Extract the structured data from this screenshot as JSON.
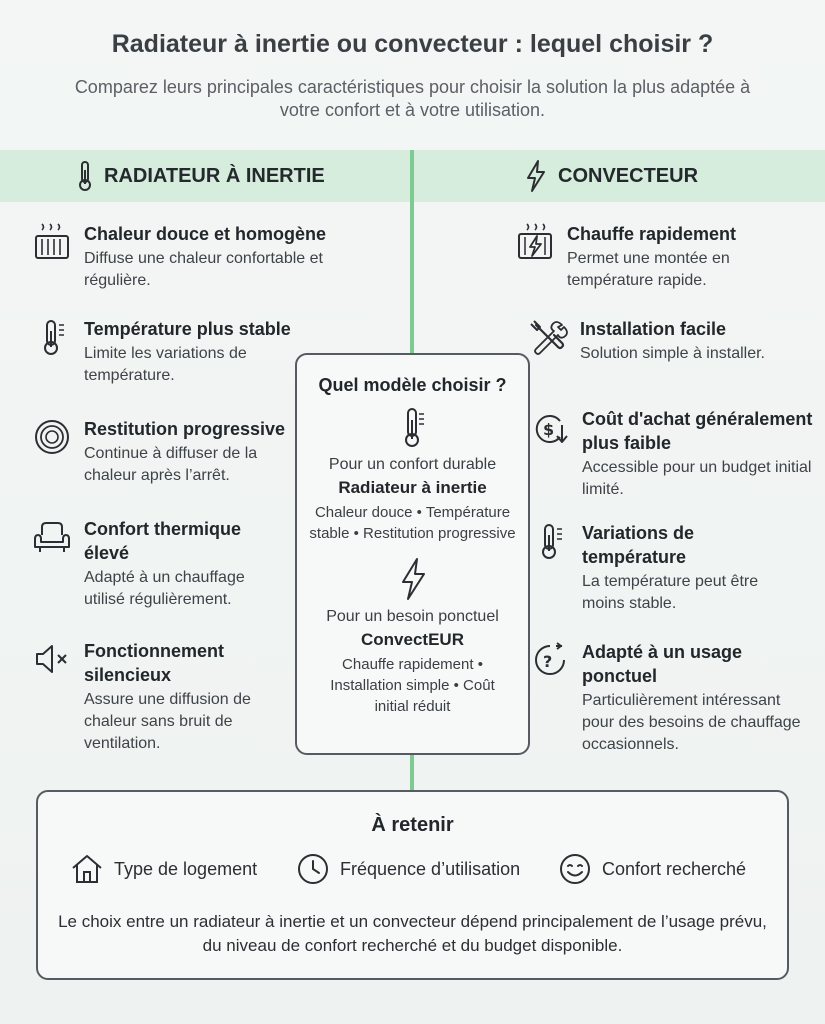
{
  "header": {
    "title": "Radiateur à inertie ou convecteur : lequel choisir ?",
    "subtitle": "Comparez leurs principales caractéristiques pour choisir la solution la plus adaptée à votre confort et à votre utilisation."
  },
  "colors": {
    "band": "#d6ecdc",
    "divider": "#7ecb92",
    "border": "#555b60"
  },
  "left": {
    "heading": "RADIATEUR À INERTIE",
    "heading_icon": "thermometer-icon",
    "items": [
      {
        "icon": "radiator-heat-icon",
        "title": "Chaleur douce et homogène",
        "desc": "Diffuse une chaleur confortable et régulière."
      },
      {
        "icon": "thermometer-icon",
        "title": "Température plus stable",
        "desc": "Limite les variations de température."
      },
      {
        "icon": "concentric-waves-icon",
        "title": "Restitution progressive",
        "desc": "Continue à diffuser de la chaleur après l’arrêt."
      },
      {
        "icon": "armchair-icon",
        "title": "Confort thermique élevé",
        "desc": "Adapté à un chauffage utilisé régulièrement."
      },
      {
        "icon": "speaker-mute-icon",
        "title": "Fonctionnement silencieux",
        "desc": "Assure une diffusion de chaleur sans bruit de ventilation."
      }
    ]
  },
  "right": {
    "heading": "CONVECTEUR",
    "heading_icon": "lightning-icon",
    "items": [
      {
        "icon": "heater-lightning-icon",
        "title": "Chauffe rapidement",
        "desc": "Permet une montée en température rapide."
      },
      {
        "icon": "tools-icon",
        "title": "Installation facile",
        "desc": "Solution simple à installer."
      },
      {
        "icon": "dollar-down-icon",
        "title": "Coût d'achat généralement plus faible",
        "desc": "Accessible pour un budget initial limité."
      },
      {
        "icon": "thermometer-icon",
        "title": "Variations de température",
        "desc": "La température peut être moins stable."
      },
      {
        "icon": "clock-question-icon",
        "title": "Adapté à un usage ponctuel",
        "desc": "Particulièrement intéressant pour des besoins de chauffage occasionnels."
      }
    ]
  },
  "center": {
    "title": "Quel modèle choisir ?",
    "a": {
      "need": "Pour un confort durable",
      "name": "Radiateur à inertie",
      "features": "Chaleur douce • Température stable • Restitution progressive"
    },
    "b": {
      "need": "Pour un besoin ponctuel",
      "name": "ConvectEUR",
      "features": "Chauffe rapidement • Installation simple • Coût initial réduit"
    }
  },
  "retain": {
    "title": "À retenir",
    "criteria": [
      {
        "icon": "house-icon",
        "label": "Type de logement"
      },
      {
        "icon": "clock-icon",
        "label": "Fréquence d’utilisation"
      },
      {
        "icon": "smile-icon",
        "label": "Confort recherché"
      }
    ],
    "body": "Le choix entre un radiateur à inertie et un convecteur dépend principalement de l’usage prévu, du niveau de confort recherché et du budget disponible."
  }
}
